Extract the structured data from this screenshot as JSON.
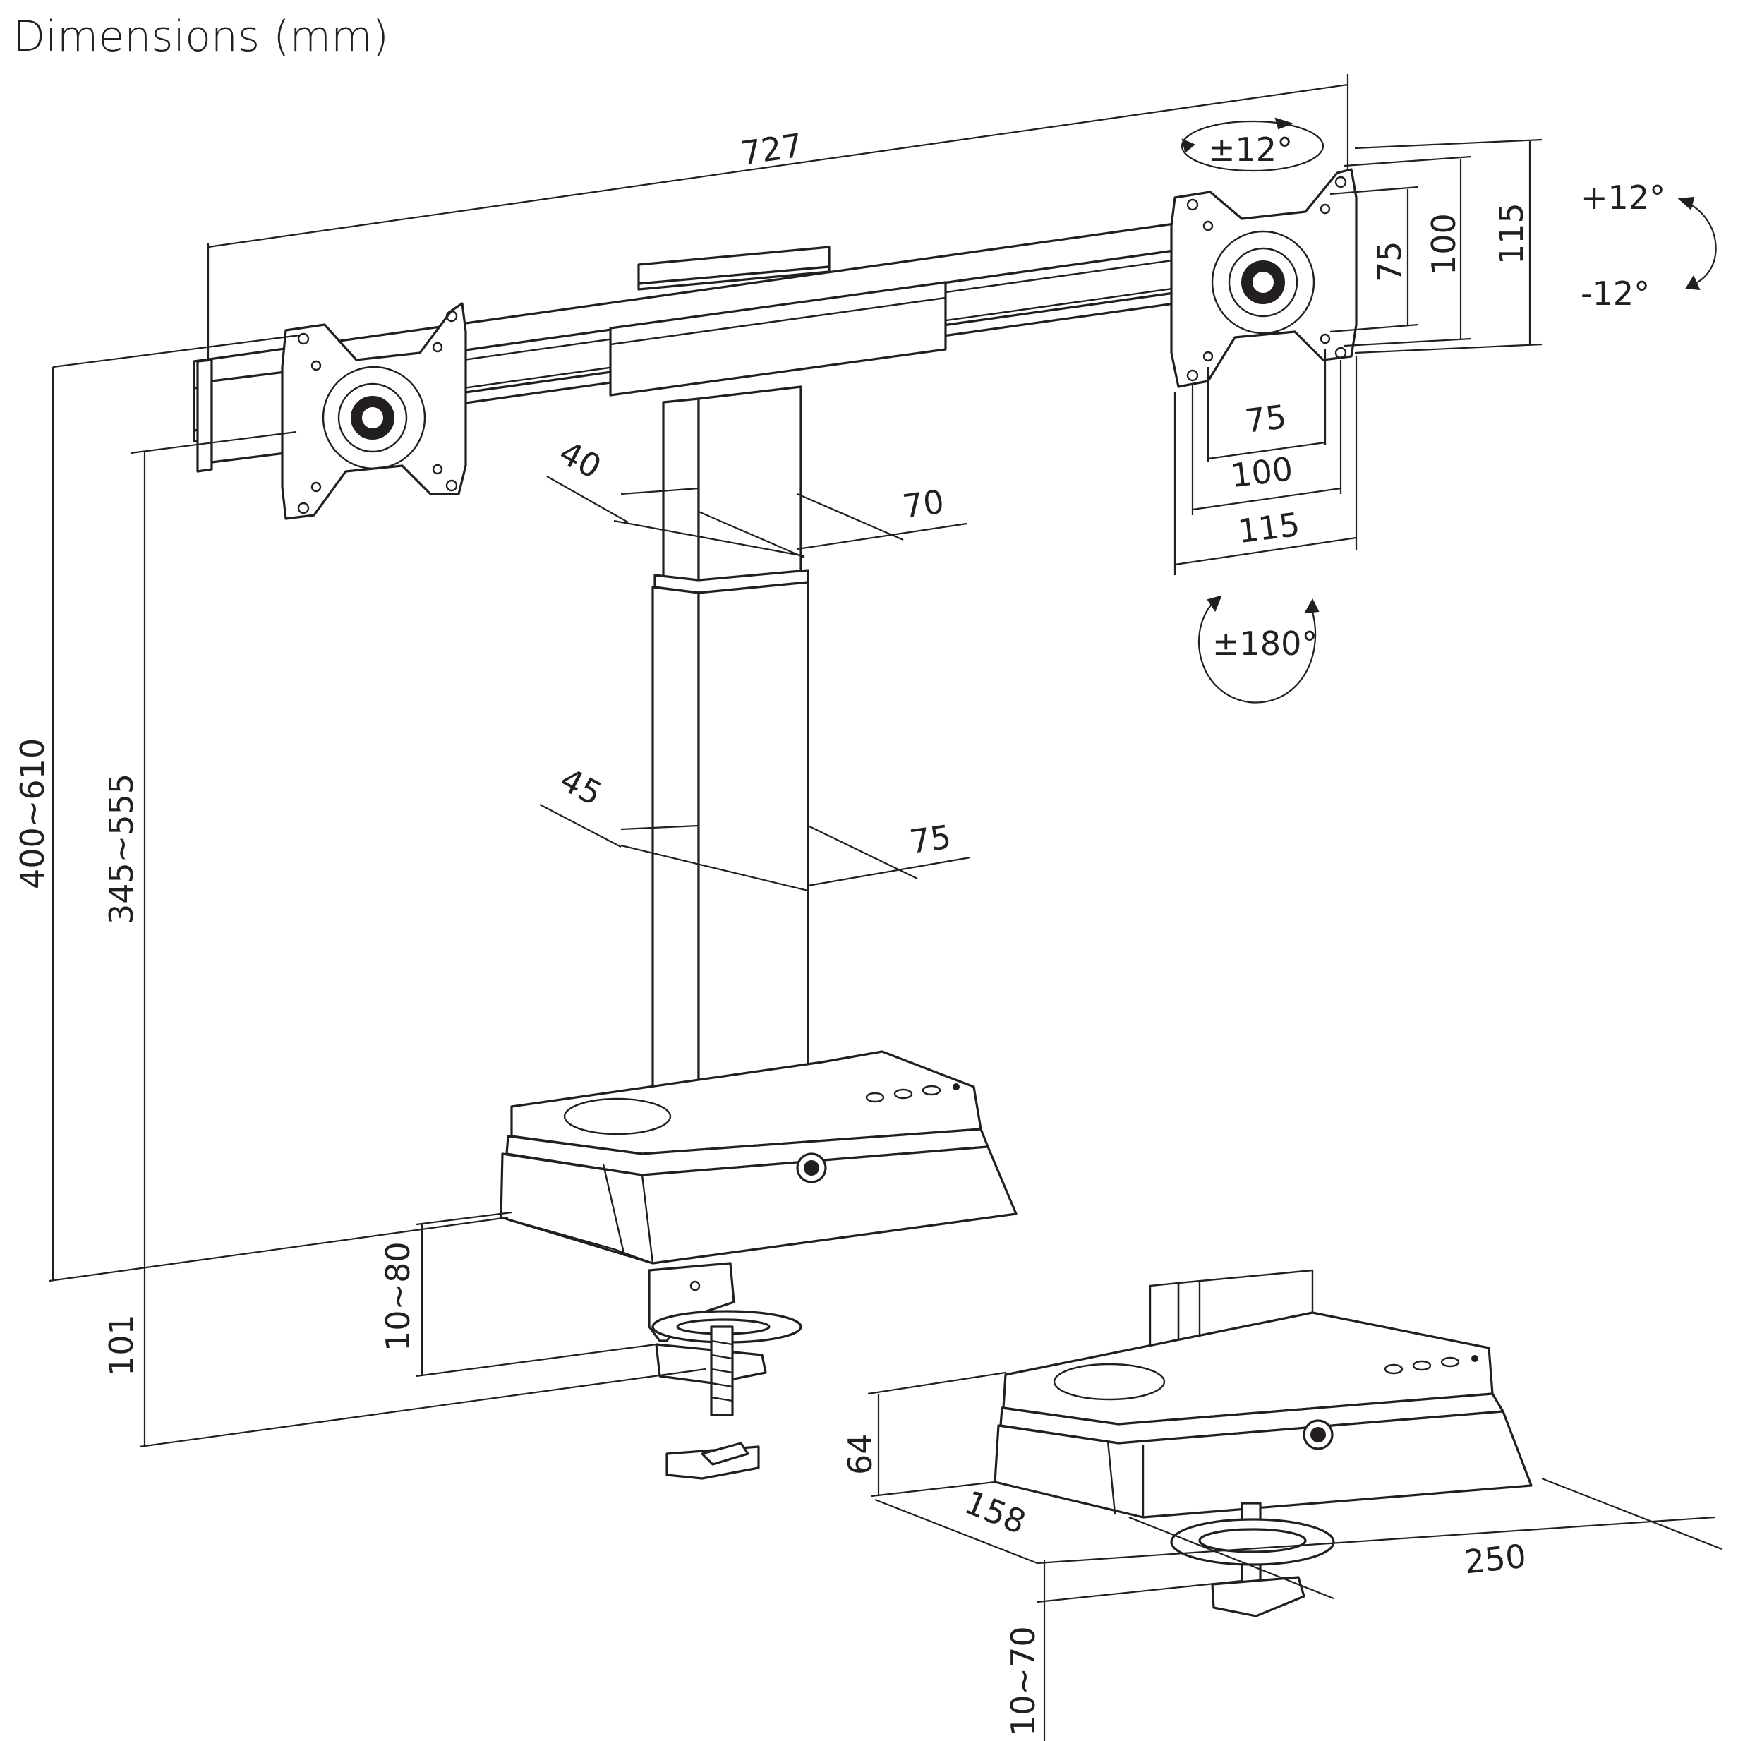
{
  "title": "Dimensions (mm)",
  "dimensions": {
    "arm_width": "727",
    "tilt_up": "+12°",
    "tilt_down": "-12°",
    "swivel": "±12°",
    "rotation": "±180°",
    "vesa_v_75": "75",
    "vesa_v_100": "100",
    "vesa_v_115": "115",
    "vesa_h_75": "75",
    "vesa_h_100": "100",
    "vesa_h_115": "115",
    "upper_pole_depth": "40",
    "upper_pole_width": "70",
    "lower_pole_depth": "45",
    "lower_pole_width": "75",
    "overall_height": "400~610",
    "pole_height": "345~555",
    "clamp_range": "10~80",
    "base_offset": "101",
    "base_height": "64",
    "base_depth": "158",
    "base_width": "250",
    "grommet_range": "10~70"
  },
  "colors": {
    "line": "#231f20",
    "background": "#ffffff"
  }
}
